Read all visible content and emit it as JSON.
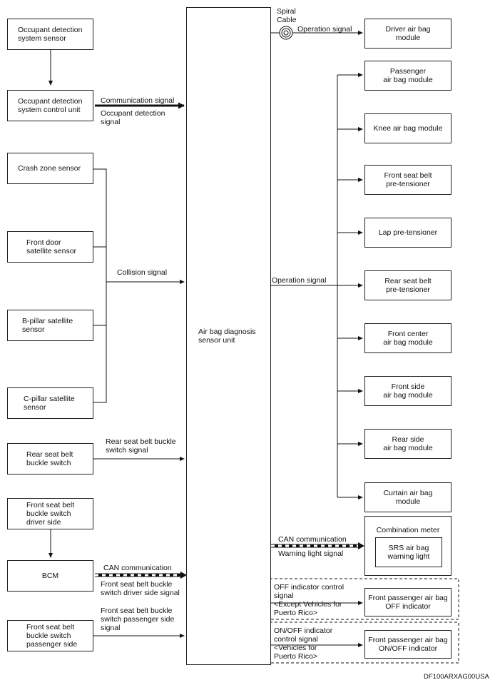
{
  "inputs": {
    "ods_sensor": "Occupant detection\nsystem sensor",
    "ods_control_unit": "Occupant detection\nsystem control unit",
    "crash_zone_sensor": "Crash zone sensor",
    "front_door_sensor": "Front door\nsatellite sensor",
    "b_pillar_sensor": "B-pillar satellite\nsensor",
    "c_pillar_sensor": "C-pillar satellite\nsensor",
    "rear_buckle_switch": "Rear seat belt\nbuckle switch",
    "front_buckle_driver": "Front seat belt\nbuckle switch\ndriver side",
    "bcm": "BCM",
    "front_buckle_passenger": "Front seat belt\nbuckle switch\npassenger side"
  },
  "central_unit": "Air bag diagnosis\nsensor unit",
  "outputs": {
    "driver_airbag": "Driver air bag\nmodule",
    "passenger_airbag": "Passenger\nair bag module",
    "knee_airbag": "Knee air bag module",
    "front_pretensioner": "Front seat belt\npre-tensioner",
    "lap_pretensioner": "Lap pre-tensioner",
    "rear_pretensioner": "Rear seat belt\npre-tensioner",
    "front_center_airbag": "Front center\nair bag module",
    "front_side_airbag": "Front side\nair bag module",
    "rear_side_airbag": "Rear side\nair bag module",
    "curtain_airbag": "Curtain air bag\nmodule",
    "combination_meter": "Combination meter",
    "srs_warning_light": "SRS air bag\nwarning light",
    "off_indicator": "Front passenger air bag\nOFF indicator",
    "on_off_indicator": "Front passenger air bag\nON/OFF indicator"
  },
  "signals": {
    "spiral_cable": "Spiral\nCable",
    "operation_signal_top": "Operation signal",
    "communication_signal": "Communication signal",
    "occupant_detection_signal": "Occupant detection\nsignal",
    "collision_signal": "Collision signal",
    "operation_signal_mid": "Operation signal",
    "rear_buckle_signal": "Rear seat belt buckle\nswitch signal",
    "can_communication_bcm": "CAN communication",
    "front_buckle_driver_signal": "Front seat belt buckle\nswitch driver side signal",
    "front_buckle_passenger_signal": "Front seat belt buckle\nswitch passenger side\nsignal",
    "can_communication_meter": "CAN communication",
    "warning_light_signal": "Warning light signal",
    "off_indicator_signal": "OFF indicator control\nsignal\n<Except Vehicles for\nPuerto Rico>",
    "on_off_indicator_signal": "ON/OFF indicator\ncontrol signal\n<Vehicles for\nPuerto Rico>"
  },
  "figure_code": "DF100ARXAG00USA"
}
